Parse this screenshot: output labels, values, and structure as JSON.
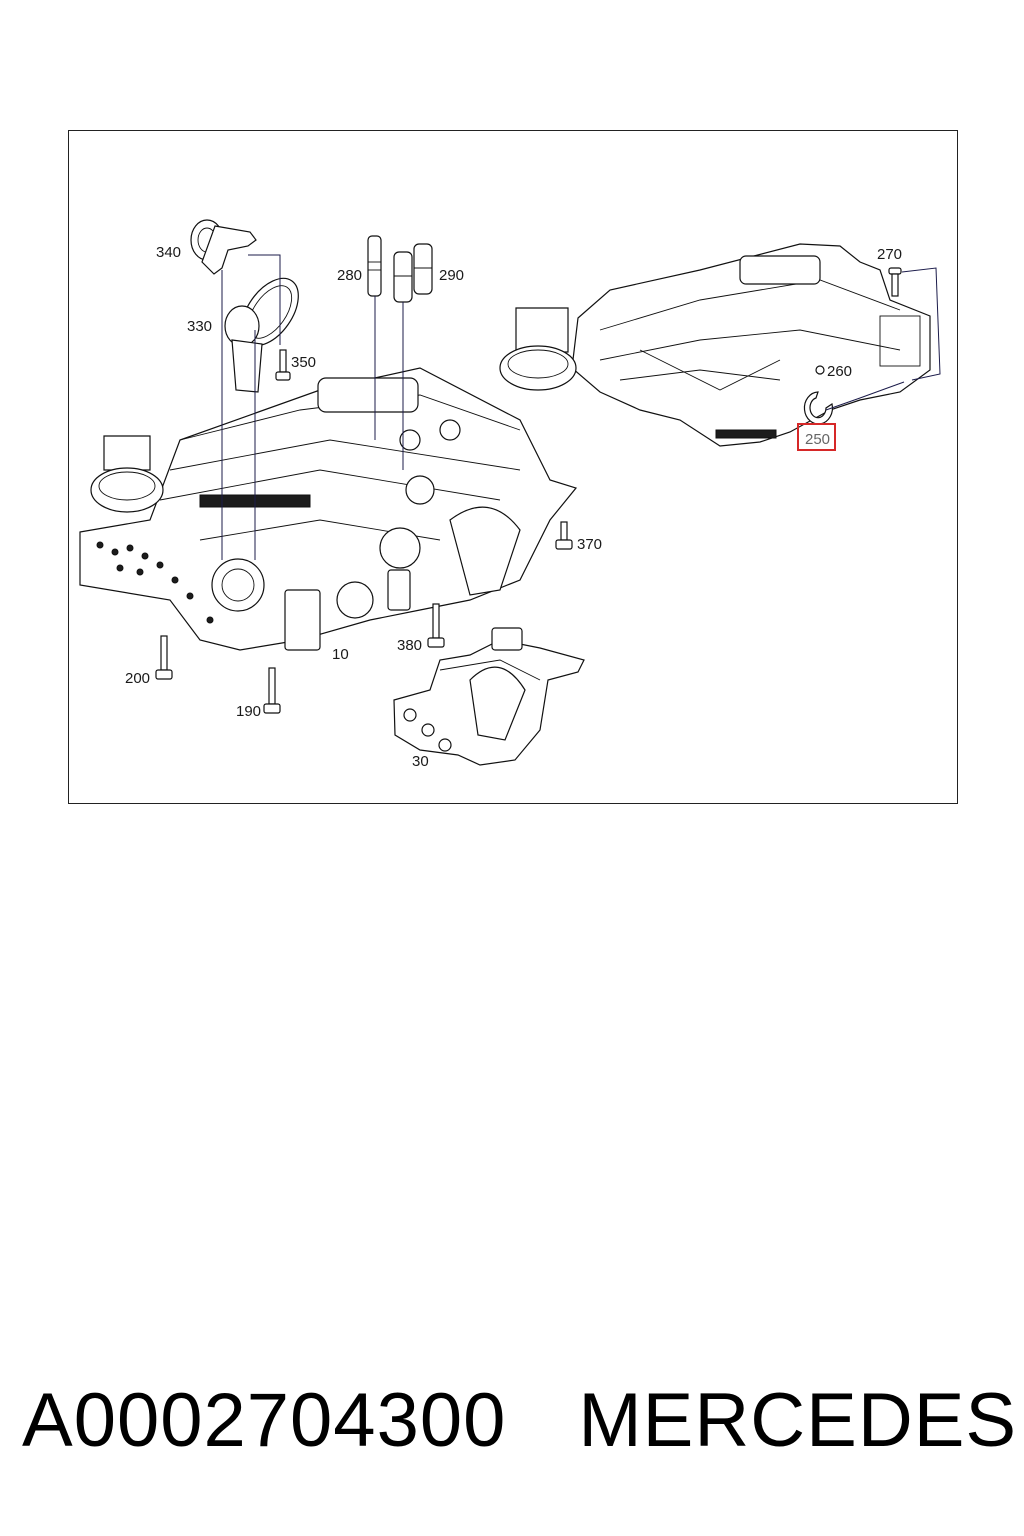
{
  "diagram": {
    "callouts": {
      "c10": "10",
      "c30": "30",
      "c190": "190",
      "c200": "200",
      "c250": "250",
      "c260": "260",
      "c270": "270",
      "c280": "280",
      "c290": "290",
      "c330": "330",
      "c340": "340",
      "c350": "350",
      "c370": "370",
      "c380": "380"
    },
    "highlighted_callout": "250",
    "highlight_color": "#d62828"
  },
  "footer": {
    "part_number": "A0002704300",
    "brand": "MERCEDES"
  }
}
